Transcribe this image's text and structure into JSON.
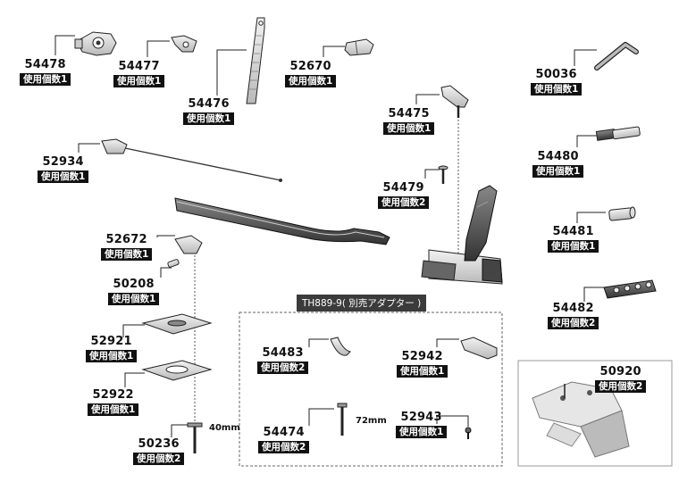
{
  "kit_title": "TH889-9( 別売アダプター )",
  "qty_labels": {
    "one": "使用個数1",
    "two": "使用個数2"
  },
  "parts": [
    {
      "id": "p54478",
      "number": "54478",
      "qty": "使用個数1"
    },
    {
      "id": "p54477",
      "number": "54477",
      "qty": "使用個数1"
    },
    {
      "id": "p54476",
      "number": "54476",
      "qty": "使用個数1"
    },
    {
      "id": "p52670",
      "number": "52670",
      "qty": "使用個数1"
    },
    {
      "id": "p50036",
      "number": "50036",
      "qty": "使用個数1"
    },
    {
      "id": "p54475",
      "number": "54475",
      "qty": "使用個数1"
    },
    {
      "id": "p54480",
      "number": "54480",
      "qty": "使用個数1"
    },
    {
      "id": "p52934",
      "number": "52934",
      "qty": "使用個数1"
    },
    {
      "id": "p54479",
      "number": "54479",
      "qty": "使用個数2"
    },
    {
      "id": "p54481",
      "number": "54481",
      "qty": "使用個数1"
    },
    {
      "id": "p52672",
      "number": "52672",
      "qty": "使用個数1"
    },
    {
      "id": "p50208",
      "number": "50208",
      "qty": "使用個数1"
    },
    {
      "id": "p54482",
      "number": "54482",
      "qty": "使用個数2"
    },
    {
      "id": "p52921",
      "number": "52921",
      "qty": "使用個数1"
    },
    {
      "id": "p54483",
      "number": "54483",
      "qty": "使用個数2"
    },
    {
      "id": "p52942",
      "number": "52942",
      "qty": "使用個数1"
    },
    {
      "id": "p50920",
      "number": "50920",
      "qty": "使用個数2"
    },
    {
      "id": "p52922",
      "number": "52922",
      "qty": "使用個数1"
    },
    {
      "id": "p54474",
      "number": "54474",
      "qty": "使用個数2"
    },
    {
      "id": "p52943",
      "number": "52943",
      "qty": "使用個数1"
    },
    {
      "id": "p50236",
      "number": "50236",
      "qty": "使用個数2"
    }
  ],
  "dimensions": {
    "bolt_50236": "40mm",
    "bolt_54474": "72mm"
  }
}
